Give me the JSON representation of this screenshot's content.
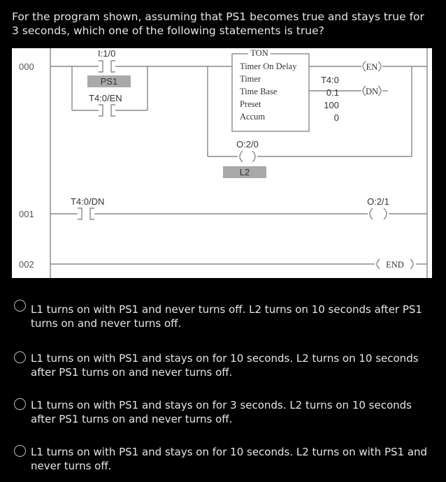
{
  "question": {
    "text": "For the program shown, assuming that PS1 becomes true and stays true for 3 seconds, which one of the following statements is true?"
  },
  "ladder": {
    "rungs": [
      "000",
      "001",
      "002"
    ],
    "rung0": {
      "contact1_address": "I:1/0",
      "contact1_label": "PS1",
      "contact2_address": "T4:0/EN",
      "timer": {
        "type": "TON",
        "title": "Timer On Delay",
        "rows": [
          {
            "label": "Timer",
            "value": "T4:0"
          },
          {
            "label": "Time Base",
            "value": "0.1"
          },
          {
            "label": "Preset",
            "value": "100"
          },
          {
            "label": "Accum",
            "value": "0"
          }
        ],
        "en": "EN",
        "dn": "DN"
      },
      "coil_address": "O:2/0",
      "coil_label": "L2"
    },
    "rung1": {
      "contact_address": "T4:0/DN",
      "coil_address": "O:2/1"
    },
    "rung2": {
      "end_label": "END"
    }
  },
  "options": [
    {
      "text": "L1 turns on with PS1 and never turns off. L2 turns on 10 seconds after PS1 turns on and never turns off."
    },
    {
      "text": "L1 turns on with PS1 and stays on for 10 seconds. L2 turns on 10 seconds after PS1 turns on and never turns off."
    },
    {
      "text": "L1 turns on with PS1 and stays on for 3 seconds. L2 turns on 10 seconds after PS1 turns on and never turns off."
    },
    {
      "text": "L1 turns on with PS1 and stays on for 10 seconds. L2 turns on with PS1 and never turns off."
    }
  ]
}
